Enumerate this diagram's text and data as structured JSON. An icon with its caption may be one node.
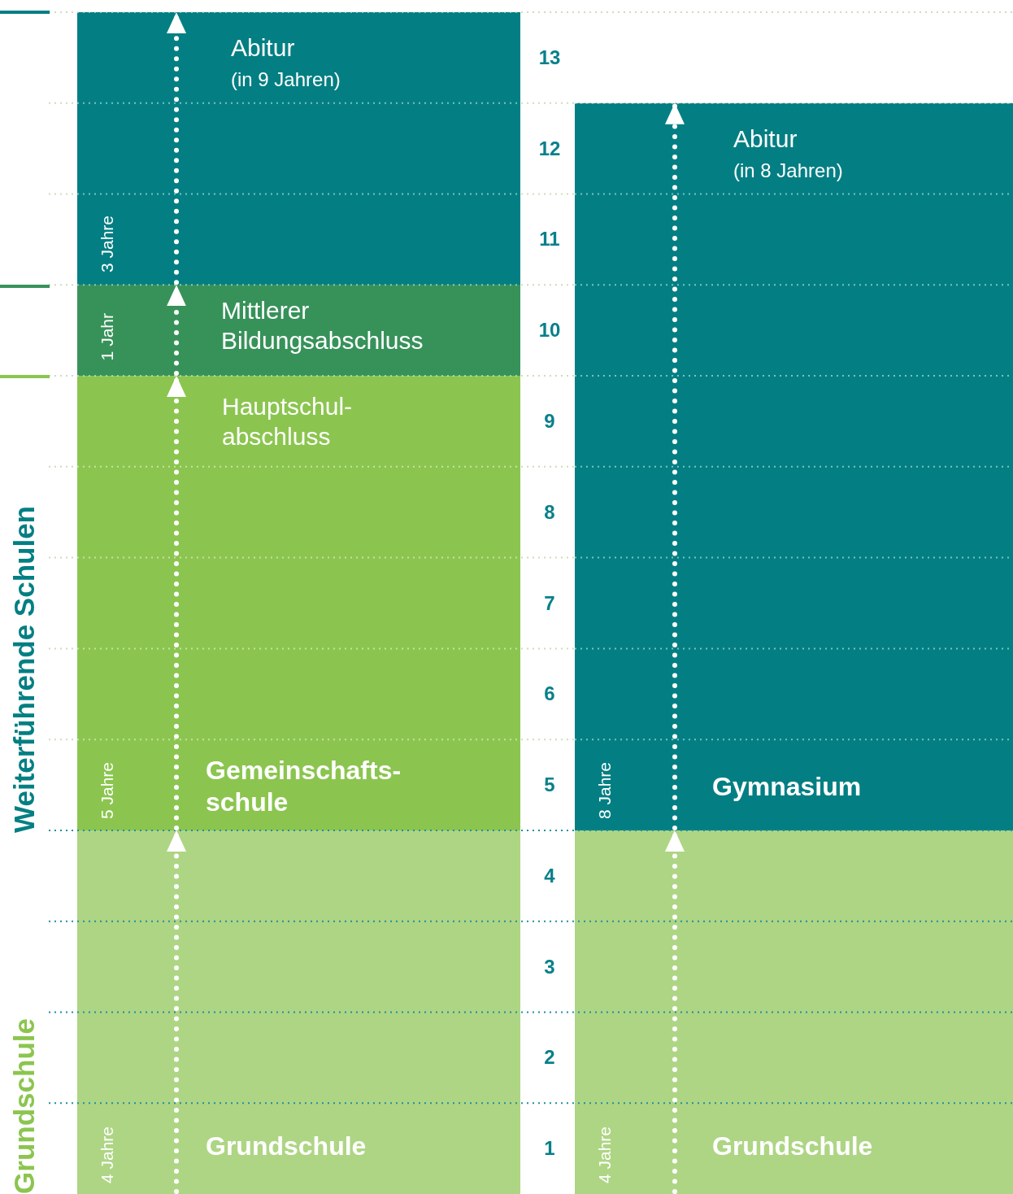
{
  "diagram": {
    "nodes": [
      {
        "text": [
          "4 Jahre",
          "Grundschule"
        ]
      },
      {
        "text": [
          "Hauptschul- abschluss",
          "5 Jahre",
          "Gemeinschafts- schule"
        ]
      },
      {
        "text": [
          "1 Jahr",
          "Mittlerer Bildungsabschluss"
        ]
      },
      {
        "text": [
          "Abitur",
          "(in 9 Jahren)",
          "3 Jahre"
        ]
      },
      {
        "text": [
          "4 Jahre",
          "Grundschule"
        ]
      },
      {
        "text": [
          "Abitur",
          "(in 8 Jahren)",
          "8 Jahre",
          "Gymnasium"
        ]
      }
    ],
    "edges": [
      {
        "from": 0,
        "to": 1,
        "arrow": "to"
      },
      {
        "from": 1,
        "to": 2,
        "arrow": "to"
      },
      {
        "from": 2,
        "to": 3,
        "arrow": "to"
      },
      {
        "from": null,
        "to": 3,
        "arrow": "to"
      },
      {
        "from": 4,
        "to": 5,
        "arrow": "to"
      },
      {
        "from": null,
        "to": 5,
        "arrow": "to"
      }
    ],
    "labels": [
      "13",
      "12",
      "11",
      "10",
      "9",
      "8",
      "7",
      "6",
      "5",
      "4",
      "3",
      "2",
      "1",
      "Weiterführende Schulen",
      "Grundschule"
    ]
  }
}
